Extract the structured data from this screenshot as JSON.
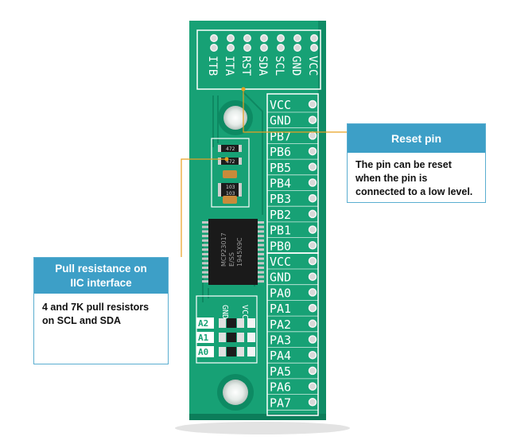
{
  "board": {
    "header_pins": [
      "VCC",
      "GND",
      "SCL",
      "SDA",
      "RST",
      "ITA",
      "ITB"
    ],
    "port_pins": [
      "VCC",
      "GND",
      "PB7",
      "PB6",
      "PB5",
      "PB4",
      "PB3",
      "PB2",
      "PB1",
      "PB0",
      "VCC",
      "GND",
      "PA0",
      "PA1",
      "PA2",
      "PA3",
      "PA4",
      "PA5",
      "PA6",
      "PA7"
    ],
    "address_pins": [
      "A2",
      "A1",
      "A0"
    ],
    "jumper_labels": [
      "GND",
      "VCC"
    ],
    "resistor_marks": [
      "472",
      "472",
      "103",
      "103"
    ],
    "chip_text": [
      "MCP23017",
      "E/SS",
      "1945X9C"
    ],
    "colors": {
      "pcb": "#1aa37a",
      "pcb_dark": "#0f8a64",
      "accent": "#3d9fc7",
      "leader": "#e8a020"
    }
  },
  "callouts": {
    "reset": {
      "title": "Reset pin",
      "lines": [
        "The pin can be reset",
        "when the pin is",
        "connected to a low level."
      ]
    },
    "pull": {
      "title_lines": [
        "Pull resistance on",
        "IIC interface"
      ],
      "lines": [
        "4 and 7K pull resistors",
        "on SCL and SDA"
      ]
    }
  }
}
